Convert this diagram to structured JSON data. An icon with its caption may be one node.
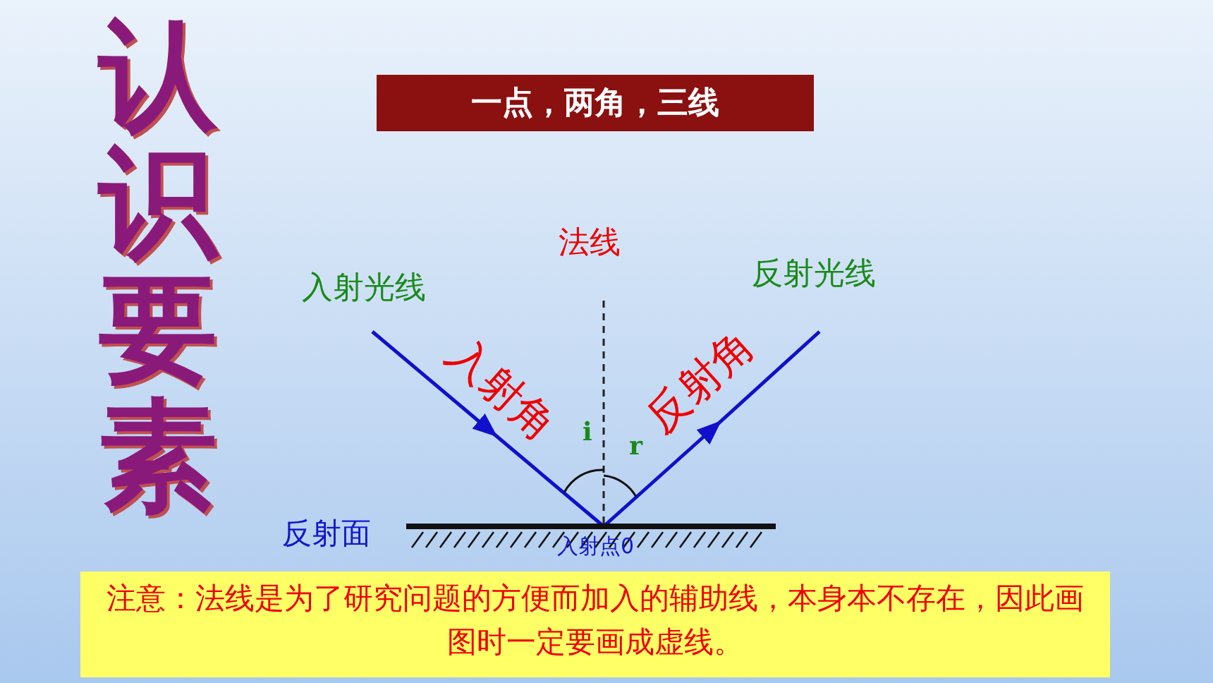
{
  "diagram": {
    "title": "认识要素",
    "nodes": [
      {
        "text": [
          "一点，两角，三线"
        ]
      },
      {
        "text": [
          "注意：法线是为了研究问题的方便而加入的辅助线，本身本不存在，因此画图时一定要画成虚线。"
        ]
      }
    ],
    "labels": [
      "法线",
      "入射光线",
      "反射光线",
      "入射角",
      "反射角",
      "i",
      "r",
      "反射面",
      "入射点0"
    ]
  }
}
